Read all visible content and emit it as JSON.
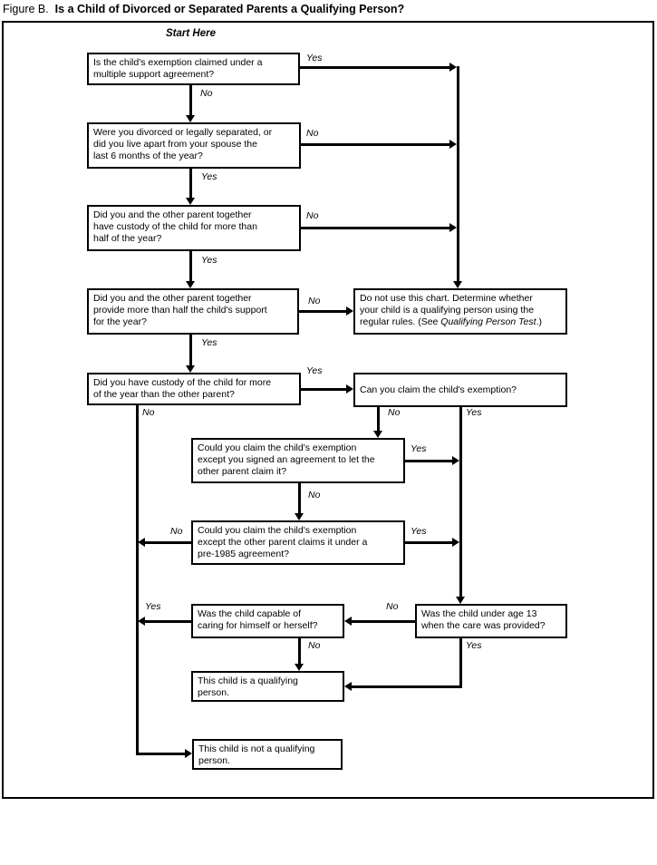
{
  "figure": {
    "title_prefix": "Figure B.",
    "title_main": "Is a Child of Divorced or Separated Parents a Qualifying Person?",
    "start_label": "Start Here"
  },
  "colors": {
    "ink": "#000000",
    "background": "#ffffff"
  },
  "nodes": {
    "multiple_support": "Is the child's exemption claimed under a\nmultiple support agreement?",
    "divorced": "Were you divorced or legally separated, or\ndid you live apart from your spouse the\nlast 6 months of the year?",
    "custody_together": "Did you and the other parent together\nhave custody of the child for more than\nhalf of the year?",
    "support_together": "Did you and the other parent together\nprovide more than half the child's support\nfor the year?",
    "do_not_use_pre": "Do not use this chart. Determine whether\nyour child is a qualifying person using the\nregular rules. (See ",
    "do_not_use_italic": "Qualifying Person Test",
    "do_not_use_post": ".)",
    "custody_more": "Did you have custody of the child for more\nof the year than the other parent?",
    "claim_exemption": "Can you claim the child's exemption?",
    "signed_agreement": "Could you claim the child's exemption\nexcept you signed an agreement to let the\nother parent claim it?",
    "pre_1985": "Could you claim the child's exemption\nexcept the other parent claims it under a\npre-1985 agreement?",
    "capable_caring": "Was the child capable of\ncaring for himself or herself?",
    "under_age_13": "Was the child under age 13\nwhen the care was provided?",
    "qualifying": "This child is a qualifying\nperson.",
    "not_qualifying": "This child is not a qualifying\nperson."
  },
  "labels": {
    "multiple_support_yes": "Yes",
    "multiple_support_no": "No",
    "divorced_no": "No",
    "divorced_yes": "Yes",
    "custody_together_no": "No",
    "custody_together_yes": "Yes",
    "support_together_no": "No",
    "support_together_yes": "Yes",
    "custody_more_yes": "Yes",
    "custody_more_no": "No",
    "claim_no": "No",
    "claim_yes": "Yes",
    "signed_agreement_yes": "Yes",
    "signed_agreement_no": "No",
    "pre_1985_no": "No",
    "pre_1985_yes": "Yes",
    "capable_yes": "Yes",
    "capable_no": "No",
    "under_13_no": "No",
    "under_13_yes": "Yes"
  }
}
